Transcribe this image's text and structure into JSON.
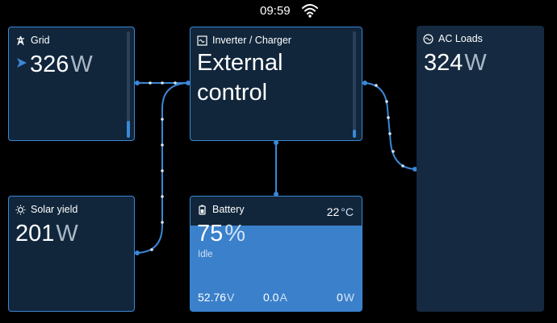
{
  "status": {
    "time": "09:59"
  },
  "grid": {
    "title": "Grid",
    "value": "326",
    "unit": "W"
  },
  "inverter": {
    "title": "Inverter / Charger",
    "state_line1": "External",
    "state_line2": "control"
  },
  "ac_loads": {
    "title": "AC Loads",
    "value": "324",
    "unit": "W"
  },
  "solar": {
    "title": "Solar yield",
    "value": "201",
    "unit": "W"
  },
  "battery": {
    "title": "Battery",
    "temperature": "22",
    "temperature_unit": "°C",
    "soc": "75",
    "soc_unit": "%",
    "soc_fraction": 0.75,
    "state": "Idle",
    "voltage": "52.76",
    "voltage_unit": "V",
    "current": "0.0",
    "current_unit": "A",
    "power": "0",
    "power_unit": "W"
  },
  "colors": {
    "accent": "#3b87d6",
    "tile_bg": "#11263b",
    "battery_fill": "#3a80cb"
  }
}
